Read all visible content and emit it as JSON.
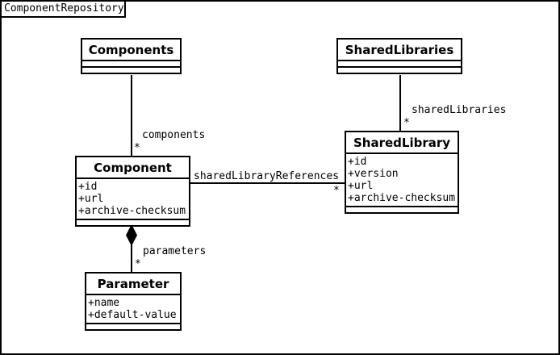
{
  "frame": {
    "title": "ComponentRepository"
  },
  "colors": {
    "line": "#000000",
    "background": "#ffffff",
    "text": "#000000"
  },
  "classes": [
    {
      "name": "Components",
      "attributes": [],
      "operations": []
    },
    {
      "name": "SharedLibraries",
      "attributes": [],
      "operations": []
    },
    {
      "name": "Component",
      "attributes": [
        "+id",
        "+url",
        "+archive-checksum"
      ],
      "operations": []
    },
    {
      "name": "SharedLibrary",
      "attributes": [
        "+id",
        "+version",
        "+url",
        "+archive-checksum"
      ],
      "operations": []
    },
    {
      "name": "Parameter",
      "attributes": [
        "+name",
        "+default-value"
      ],
      "operations": []
    }
  ],
  "associations": [
    {
      "label": "components",
      "multiplicity": "*",
      "from": "Components",
      "to": "Component",
      "kind": "association"
    },
    {
      "label": "sharedLibraries",
      "multiplicity": "*",
      "from": "SharedLibraries",
      "to": "SharedLibrary",
      "kind": "association"
    },
    {
      "label": "sharedLibraryReferences",
      "multiplicity": "*",
      "from": "Component",
      "to": "SharedLibrary",
      "kind": "association"
    },
    {
      "label": "parameters",
      "multiplicity": "*",
      "from": "Component",
      "to": "Parameter",
      "kind": "composition"
    }
  ]
}
